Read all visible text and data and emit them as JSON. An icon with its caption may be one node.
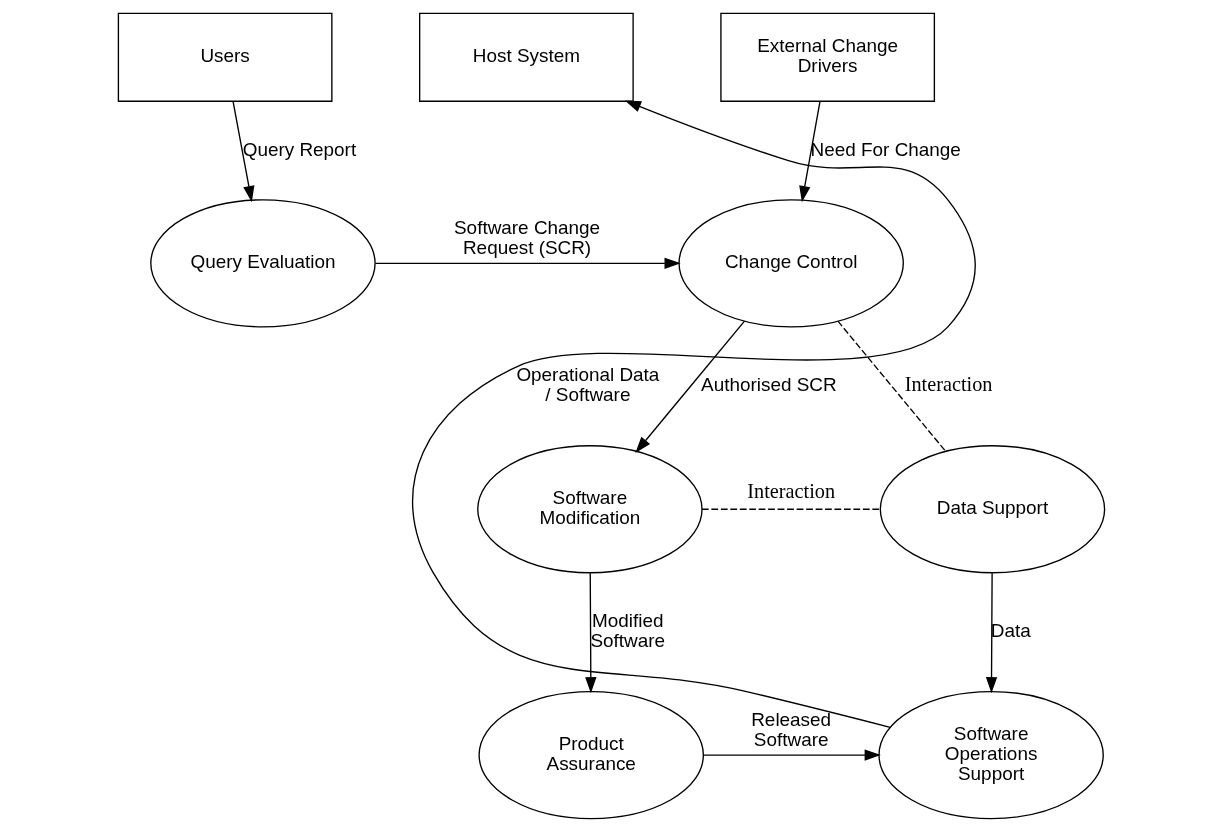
{
  "diagram": {
    "nodes": [
      {
        "text": [
          "Users"
        ]
      },
      {
        "text": [
          "External Change Drivers"
        ]
      },
      {
        "text": [
          "Host System"
        ]
      },
      {
        "text": [
          "Query Evaluation"
        ]
      },
      {
        "text": [
          "Change Control"
        ]
      },
      {
        "text": [
          "Software Modification"
        ]
      },
      {
        "text": [
          "Data Support"
        ]
      },
      {
        "text": [
          "Product Assurance"
        ]
      },
      {
        "text": [
          "Software Operations Support"
        ]
      }
    ],
    "edges": [
      {
        "from": 0,
        "to": 3,
        "arrow": "to",
        "label": "Query Report"
      },
      {
        "from": 1,
        "to": 4,
        "arrow": "to",
        "label": "Need For Change"
      },
      {
        "from": 3,
        "to": 4,
        "arrow": "to",
        "label": "Software Change Request (SCR)"
      },
      {
        "from": 4,
        "to": 5,
        "arrow": "to",
        "label": "Authorised SCR"
      },
      {
        "from": 4,
        "to": 6,
        "arrow": "none",
        "label": "Interaction",
        "style": "dashed"
      },
      {
        "from": 5,
        "to": 6,
        "arrow": "none",
        "label": "Interaction",
        "style": "dashed"
      },
      {
        "from": 5,
        "to": 7,
        "arrow": "to",
        "label": "Modified Software"
      },
      {
        "from": 6,
        "to": 8,
        "arrow": "to",
        "label": "Data"
      },
      {
        "from": 7,
        "to": 8,
        "arrow": "to",
        "label": "Released Software"
      },
      {
        "from": 8,
        "to": 2,
        "arrow": "to",
        "label": "Operational Data / Software"
      }
    ]
  }
}
